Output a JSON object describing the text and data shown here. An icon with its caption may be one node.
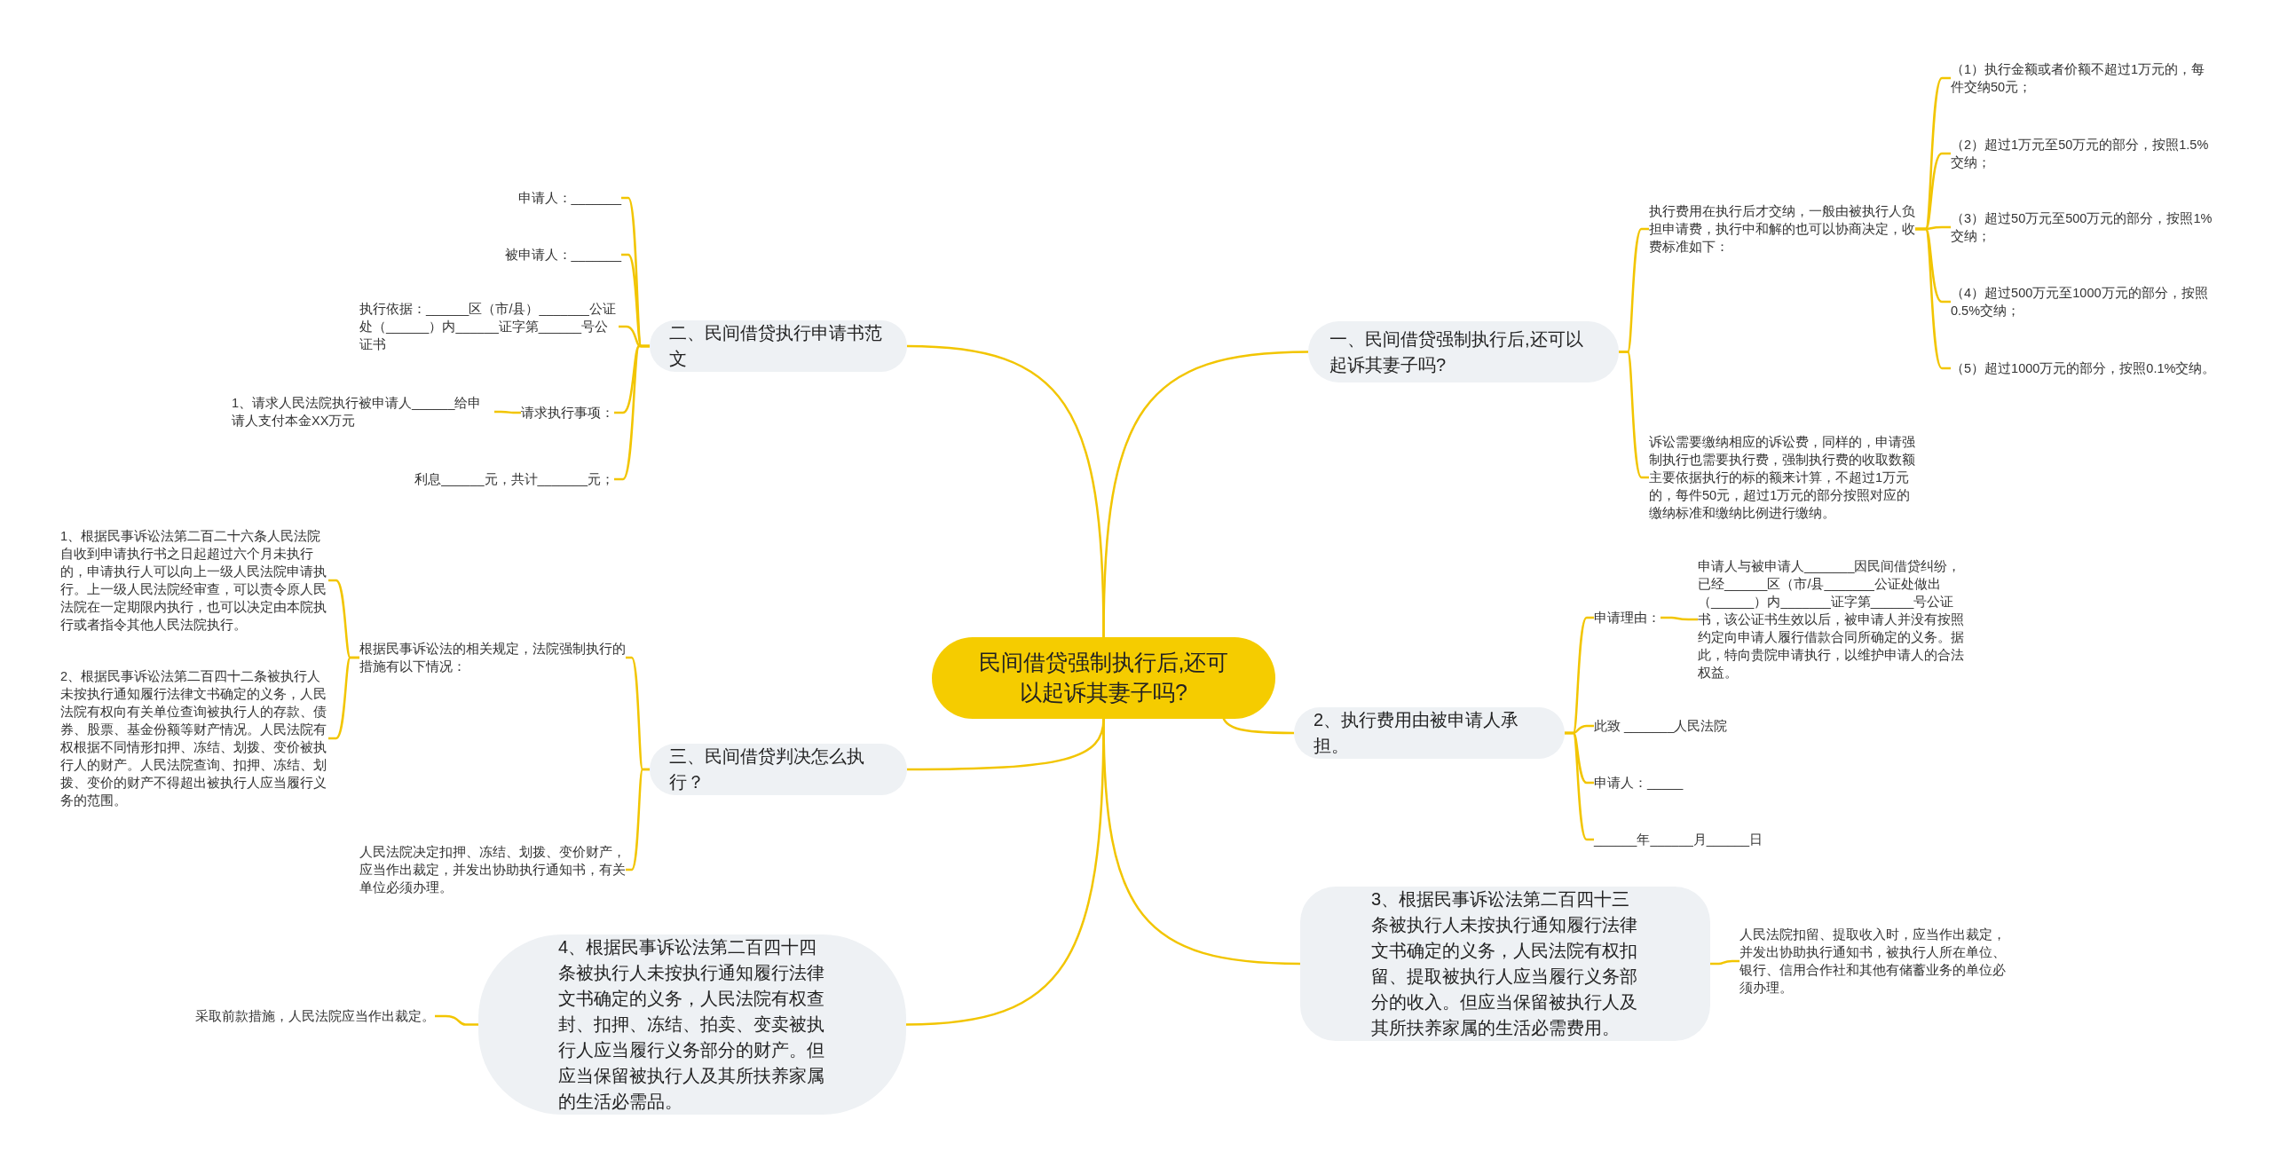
{
  "diagram": {
    "nodes": [
      {
        "text": [
          "民间借贷强制执行后,还可以起诉其妻子吗?"
        ]
      },
      {
        "text": [
          "一、民间借贷强制执行后,还可以起诉其妻子吗?"
        ]
      },
      {
        "text": [
          "执行费用在执行后才交纳，一般由被执行人负担申请费，执行中和解的也可以协商决定，收费标准如下："
        ]
      },
      {
        "text": [
          "（1）执行金额或者价额不超过1万元的，每件交纳50元；"
        ]
      },
      {
        "text": [
          "（2）超过1万元至50万元的部分，按照1.5%交纳；"
        ]
      },
      {
        "text": [
          "（3）超过50万元至500万元的部分，按照1%交纳；"
        ]
      },
      {
        "text": [
          "（4）超过500万元至1000万元的部分，按照0.5%交纳；"
        ]
      },
      {
        "text": [
          "（5）超过1000万元的部分，按照0.1%交纳。"
        ]
      },
      {
        "text": [
          "诉讼需要缴纳相应的诉讼费，同样的，申请强制执行也需要执行费，强制执行费的收取数额主要依据执行的标的额来计算，不超过1万元的，每件50元，超过1万元的部分按照对应的缴纳标准和缴纳比例进行缴纳。"
        ]
      },
      {
        "text": [
          "2、执行费用由被申请人承担。"
        ]
      },
      {
        "text": [
          "申请理由："
        ]
      },
      {
        "text": [
          "申请人与被申请人_______因民间借贷纠纷，已经______区（市/县_______公证处做出（______）内_______证字第______号公证书，该公证书生效以后，被申请人并没有按照约定向申请人履行借款合同所确定的义务。据此，特向贵院申请执行，以维护申请人的合法权益。"
        ]
      },
      {
        "text": [
          "此致 _______人民法院"
        ]
      },
      {
        "text": [
          "申请人：_____"
        ]
      },
      {
        "text": [
          "______年______月______日"
        ]
      },
      {
        "text": [
          "3、根据民事诉讼法第二百四十三条被执行人未按执行通知履行法律文书确定的义务，人民法院有权扣留、提取被执行人应当履行义务部分的收入。但应当保留被执行人及其所扶养家属的生活必需费用。"
        ]
      },
      {
        "text": [
          "人民法院扣留、提取收入时，应当作出裁定，并发出协助执行通知书，被执行人所在单位、银行、信用合作社和其他有储蓄业务的单位必须办理。"
        ]
      },
      {
        "text": [
          "二、民间借贷执行申请书范文"
        ]
      },
      {
        "text": [
          "申请人：_______"
        ]
      },
      {
        "text": [
          "被申请人：_______"
        ]
      },
      {
        "text": [
          "执行依据：______区（市/县）_______公证处（______）内______证字第______号公证书"
        ]
      },
      {
        "text": [
          "请求执行事项："
        ]
      },
      {
        "text": [
          "1、请求人民法院执行被申请人______给申请人支付本金XX万元"
        ]
      },
      {
        "text": [
          "利息______元，共计_______元；"
        ]
      },
      {
        "text": [
          "三、民间借贷判决怎么执行？"
        ]
      },
      {
        "text": [
          "根据民事诉讼法的相关规定，法院强制执行的措施有以下情况："
        ]
      },
      {
        "text": [
          "1、根据民事诉讼法第二百二十六条人民法院自收到申请执行书之日起超过六个月未执行的，申请执行人可以向上一级人民法院申请执行。上一级人民法院经审查，可以责令原人民法院在一定期限内执行，也可以决定由本院执行或者指令其他人民法院执行。"
        ]
      },
      {
        "text": [
          "2、根据民事诉讼法第二百四十二条被执行人未按执行通知履行法律文书确定的义务，人民法院有权向有关单位查询被执行人的存款、债券、股票、基金份额等财产情况。人民法院有权根据不同情形扣押、冻结、划拨、变价被执行人的财产。人民法院查询、扣押、冻结、划拨、变价的财产不得超出被执行人应当履行义务的范围。"
        ]
      },
      {
        "text": [
          "人民法院决定扣押、冻结、划拨、变价财产，应当作出裁定，并发出协助执行通知书，有关单位必须办理。"
        ]
      },
      {
        "text": [
          "4、根据民事诉讼法第二百四十四条被执行人未按执行通知履行法律文书确定的义务，人民法院有权查封、扣押、冻结、拍卖、变卖被执行人应当履行义务部分的财产。但应当保留被执行人及其所扶养家属的生活必需品。"
        ]
      },
      {
        "text": [
          "采取前款措施，人民法院应当作出裁定。"
        ]
      }
    ],
    "edges": [
      {
        "from": 0,
        "to": 1,
        "arrow": "none"
      },
      {
        "from": 1,
        "to": 2,
        "arrow": "none"
      },
      {
        "from": 2,
        "to": 3,
        "arrow": "none"
      },
      {
        "from": 2,
        "to": 4,
        "arrow": "none"
      },
      {
        "from": 2,
        "to": 5,
        "arrow": "none"
      },
      {
        "from": 2,
        "to": 6,
        "arrow": "none"
      },
      {
        "from": 2,
        "to": 7,
        "arrow": "none"
      },
      {
        "from": 1,
        "to": 8,
        "arrow": "none"
      },
      {
        "from": 0,
        "to": 9,
        "arrow": "none"
      },
      {
        "from": 9,
        "to": 10,
        "arrow": "none"
      },
      {
        "from": 10,
        "to": 11,
        "arrow": "none"
      },
      {
        "from": 9,
        "to": 12,
        "arrow": "none"
      },
      {
        "from": 9,
        "to": 13,
        "arrow": "none"
      },
      {
        "from": 9,
        "to": 14,
        "arrow": "none"
      },
      {
        "from": 0,
        "to": 15,
        "arrow": "none"
      },
      {
        "from": 15,
        "to": 16,
        "arrow": "none"
      },
      {
        "from": 0,
        "to": 17,
        "arrow": "none"
      },
      {
        "from": 17,
        "to": 18,
        "arrow": "none"
      },
      {
        "from": 17,
        "to": 19,
        "arrow": "none"
      },
      {
        "from": 17,
        "to": 20,
        "arrow": "none"
      },
      {
        "from": 17,
        "to": 21,
        "arrow": "none"
      },
      {
        "from": 21,
        "to": 22,
        "arrow": "none"
      },
      {
        "from": 17,
        "to": 23,
        "arrow": "none"
      },
      {
        "from": 0,
        "to": 24,
        "arrow": "none"
      },
      {
        "from": 24,
        "to": 25,
        "arrow": "none"
      },
      {
        "from": 25,
        "to": 26,
        "arrow": "none"
      },
      {
        "from": 25,
        "to": 27,
        "arrow": "none"
      },
      {
        "from": 24,
        "to": 28,
        "arrow": "none"
      },
      {
        "from": 0,
        "to": 29,
        "arrow": "none"
      },
      {
        "from": 29,
        "to": 30,
        "arrow": "none"
      }
    ]
  }
}
